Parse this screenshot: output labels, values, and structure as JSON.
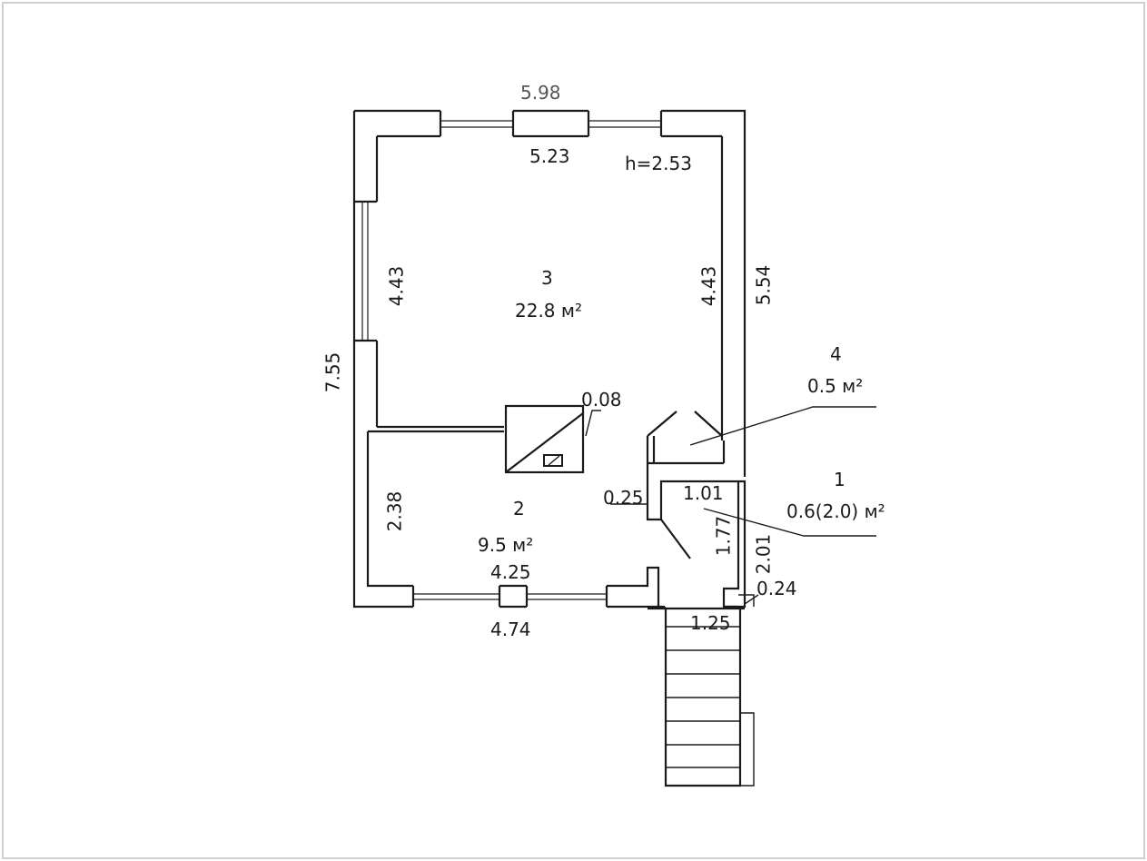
{
  "plan": {
    "top_outer": "5.98",
    "top_inner": "5.23",
    "height": "h=2.53",
    "left_outer": "7.55",
    "room3_left": "4.43",
    "room3_right": "4.43",
    "right_outer": "5.54",
    "chimney": "0.08",
    "room2_left": "2.38",
    "room2_bottom": "4.25",
    "bottom_outer": "4.74",
    "wall_025": "0.25",
    "room1_width": "1.01",
    "room1_height": "1.77",
    "porch_201": "2.01",
    "porch_024": "0.24",
    "stairs_width": "1.25"
  },
  "rooms": [
    {
      "number": "3",
      "area": "22.8 м²"
    },
    {
      "number": "2",
      "area": "9.5 м²"
    },
    {
      "number": "4",
      "area": "0.5 м²"
    },
    {
      "number": "1",
      "area": "0.6(2.0) м²"
    }
  ]
}
